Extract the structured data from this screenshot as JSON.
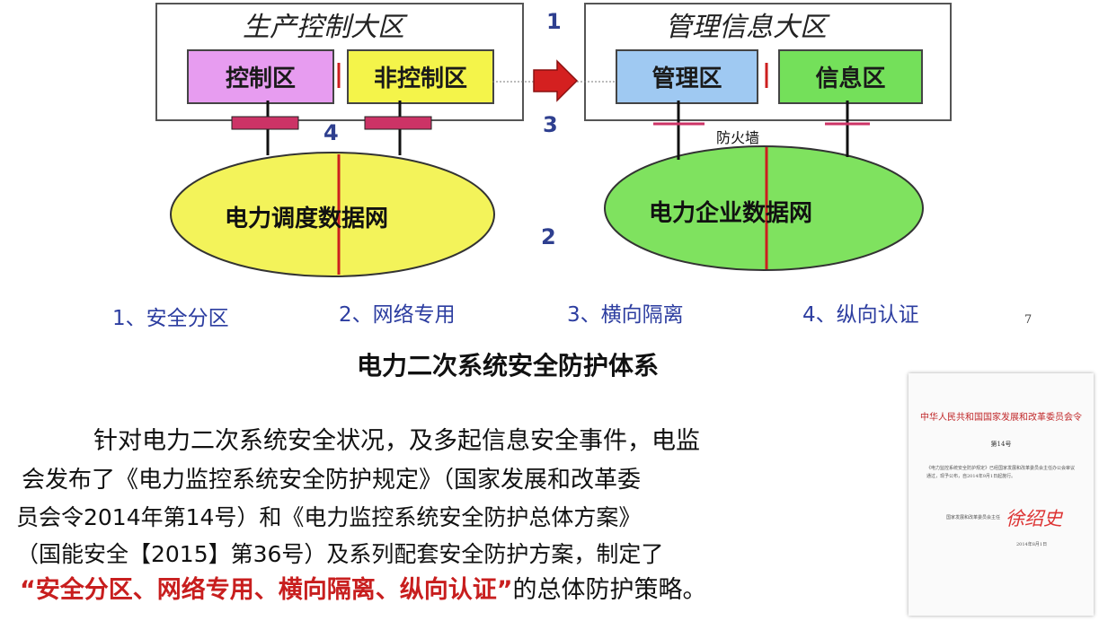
{
  "diagram": {
    "production_region_title": "生产控制大区",
    "management_region_title": "管理信息大区",
    "control_zone": "控制区",
    "noncontrol_zone": "非控制区",
    "management_zone": "管理区",
    "info_zone": "信息区",
    "dispatch_network": "电力调度数据网",
    "enterprise_network": "电力企业数据网",
    "firewall_label": "防火墙",
    "marker_1": "1",
    "marker_2": "2",
    "marker_3": "3",
    "marker_4": "4",
    "page_number": "7",
    "colors": {
      "control_zone": "#e79cf0",
      "noncontrol_zone": "#f4f44a",
      "management_zone": "#9fc9f2",
      "info_zone": "#74e05a",
      "dispatch_network": "#f3f35a",
      "enterprise_network": "#7fe25f",
      "divider": "#cc1f1f",
      "connector": "#cc3366",
      "arrow": "#d42020"
    }
  },
  "legend": [
    "1、安全分区",
    "2、网络专用",
    "3、横向隔离",
    "4、纵向认证"
  ],
  "heading": "电力二次系统安全防护体系",
  "paragraph": {
    "line1": "针对电力二次系统安全状况，及多起信息安全事件，电监",
    "line2": "会发布了《电力监控系统安全防护规定》（国家发展和改革委",
    "line3": "员会令2014年第14号）和《电力监控系统安全防护总体方案》",
    "line4": "（国能安全【2015】第36号）及系列配套安全防护方案，制定了",
    "line5_quote": "“安全分区、网络专用、横向隔离、纵向认证”",
    "line5_rest": "的总体防护策略。"
  },
  "document_thumbnail": {
    "header": "中华人民共和国国家发展和改革委员会令",
    "number": "第14号",
    "body": "《电力监控系统安全防护规定》已经国家发展和改革委员会主任办公会审议通过，现予公布，自2014年9月1日起施行。",
    "signer_title": "国家发展和改革委员会主任",
    "signature": "徐绍史",
    "date": "2014年8月1日"
  }
}
